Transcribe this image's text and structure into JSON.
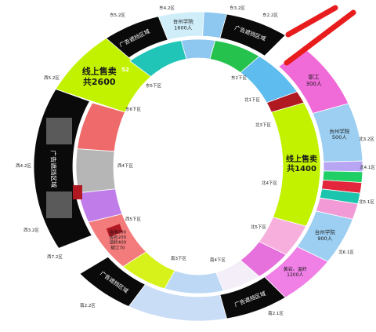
{
  "ad_label": "广告遮挡区域",
  "online_left": {
    "line1": "线上售卖",
    "line2": "共2600",
    "badge": "52"
  },
  "online_right": {
    "line1": "线上售卖",
    "line2": "共1400"
  },
  "taizhou_top": {
    "line1": "台州学院",
    "line2": "1600人"
  },
  "staff": {
    "line1": "职工",
    "line2": "300人"
  },
  "taizhou_right": {
    "line1": "台州学院",
    "line2": "500人"
  },
  "taizhou_right_lower": {
    "line1": "台州学院",
    "line2": "900人"
  },
  "pink_lower": {
    "line1": "黄岩、温岭",
    "line2": "1200人"
  },
  "local_left": {
    "lines": [
      "临海200",
      "黄岩200",
      "温岭400",
      "椒江70"
    ]
  },
  "zone_labels": [
    "东5.2区",
    "东4.2区",
    "东3.2区",
    "东2.2区",
    "西5.2区",
    "西4.2区",
    "西3.2区",
    "西7.2区",
    "南2.2区",
    "南2.1区",
    "北6.1区",
    "北5.1区",
    "北4.1区",
    "北3.2区",
    "东5下区",
    "东6下区",
    "东2下区",
    "北1下区",
    "北3下区",
    "北4下区",
    "北5下区",
    "南4下区",
    "南3下区",
    "西5下区",
    "西4下区"
  ],
  "colors": {
    "black": "#0a0a0a",
    "palecyan": "#cfeefa",
    "lightblue": "#8ec8f0",
    "pink": "#f06ad8",
    "skyblue": "#9ccff2",
    "lavender": "#b8a6f4",
    "green": "#1fcf66",
    "red": "#e3263c",
    "teal": "#1bc4ad",
    "pink2": "#f29ad6",
    "magenta": "#f07fe6",
    "paleblue": "#c9ddf6",
    "lime": "#c2f200",
    "teal2": "#21c5b8",
    "green2": "#26c24e",
    "sky2": "#5ebcef",
    "darkred": "#b01822",
    "pink3": "#f7b0dd",
    "magenta2": "#e670dc",
    "white2": "#f4eef8",
    "lightblue2": "#bcd8f5",
    "lime2": "#d6f21a",
    "salmon": "#f37b7b",
    "purple": "#c07ce8",
    "gray": "#b6b6b6",
    "coral": "#ef6a6a",
    "screen": "#5a5a5a",
    "annotation": "#e81c1c"
  }
}
